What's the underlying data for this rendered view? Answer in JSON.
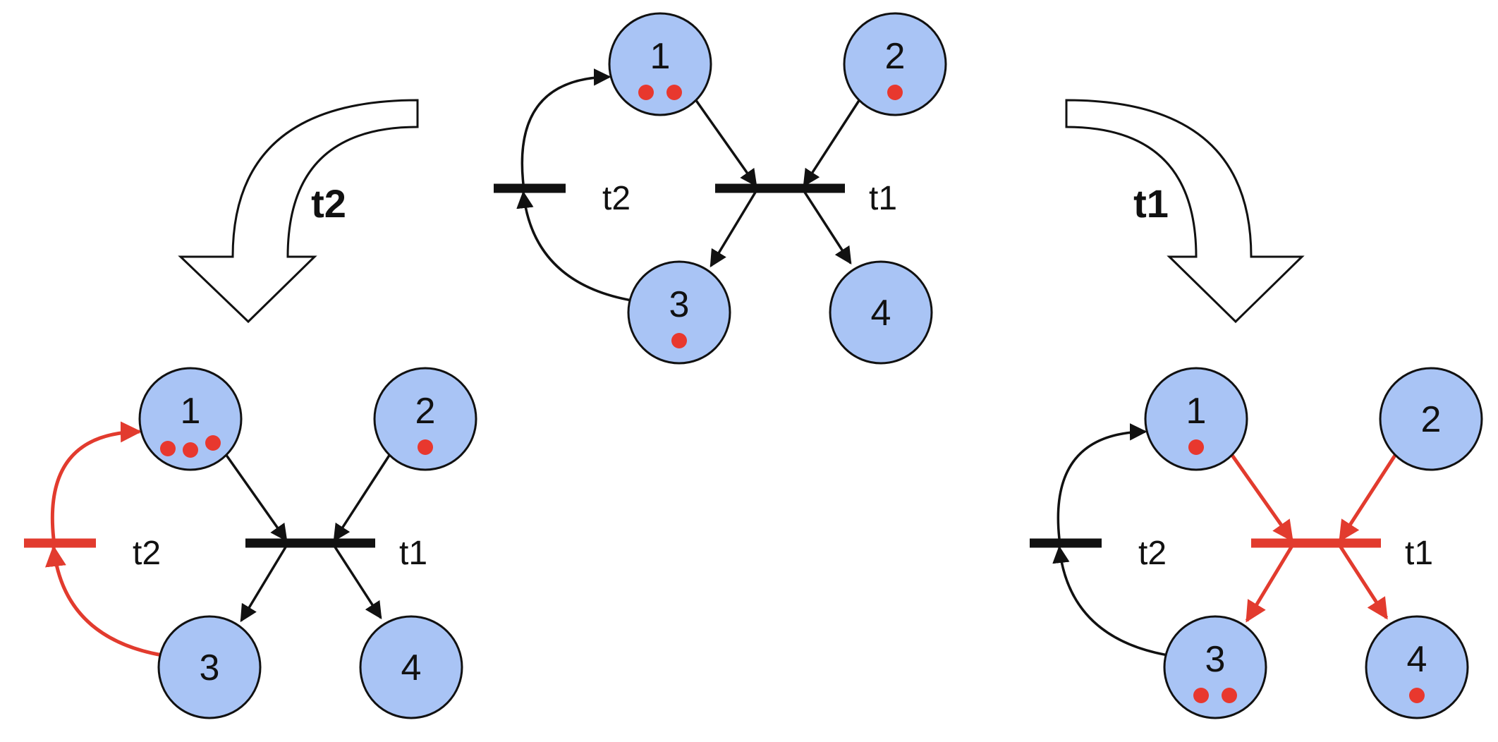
{
  "colors": {
    "place_fill": "#a9c4f5",
    "place_stroke": "#111111",
    "token": "#e8382e",
    "arc_default": "#111111",
    "arc_fired": "#e23b2e"
  },
  "arrows": {
    "left_label": "t2",
    "right_label": "t1"
  },
  "nets": [
    {
      "id": "initial",
      "fired": "",
      "transitions": {
        "t1": "t1",
        "t2": "t2"
      },
      "places": [
        {
          "label": "1",
          "tokens": 2
        },
        {
          "label": "2",
          "tokens": 1
        },
        {
          "label": "3",
          "tokens": 1
        },
        {
          "label": "4",
          "tokens": 0
        }
      ]
    },
    {
      "id": "after-t2",
      "fired": "t2",
      "transitions": {
        "t1": "t1",
        "t2": "t2"
      },
      "places": [
        {
          "label": "1",
          "tokens": 3
        },
        {
          "label": "2",
          "tokens": 1
        },
        {
          "label": "3",
          "tokens": 0
        },
        {
          "label": "4",
          "tokens": 0
        }
      ]
    },
    {
      "id": "after-t1",
      "fired": "t1",
      "transitions": {
        "t1": "t1",
        "t2": "t2"
      },
      "places": [
        {
          "label": "1",
          "tokens": 1
        },
        {
          "label": "2",
          "tokens": 0
        },
        {
          "label": "3",
          "tokens": 2
        },
        {
          "label": "4",
          "tokens": 1
        }
      ]
    }
  ]
}
